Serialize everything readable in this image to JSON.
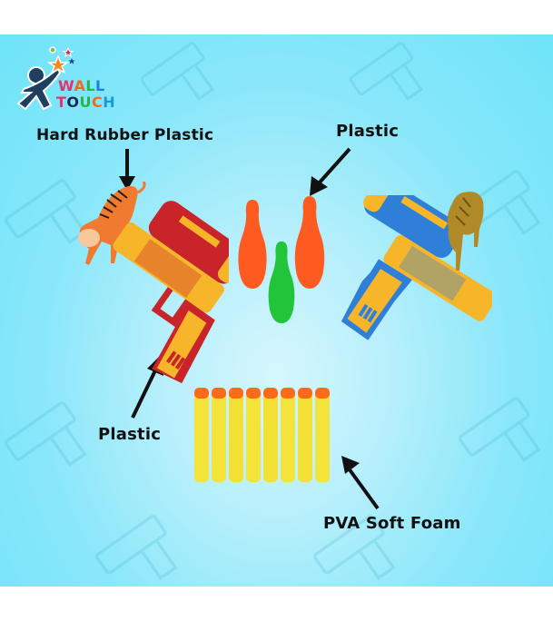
{
  "brand": {
    "name_line1": "WALL",
    "name_line2": "TOUCH",
    "letters_line1": [
      {
        "ch": "W",
        "color": "#e8306e"
      },
      {
        "ch": "A",
        "color": "#f26b1d"
      },
      {
        "ch": "L",
        "color": "#28b34b"
      },
      {
        "ch": "L",
        "color": "#1d7fd6"
      }
    ],
    "letters_line2": [
      {
        "ch": "T",
        "color": "#e8306e"
      },
      {
        "ch": "O",
        "color": "#1e2a4a"
      },
      {
        "ch": "U",
        "color": "#28b34b"
      },
      {
        "ch": "C",
        "color": "#f26b1d"
      },
      {
        "ch": "H",
        "color": "#1d9ad6"
      }
    ],
    "figure_color": "#1f3f5f",
    "star_color": "#f58a1f"
  },
  "callouts": {
    "top_left": "Hard Rubber Plastic",
    "top_right": "Plastic",
    "bottom_left": "Plastic",
    "bottom_right": "PVA Soft Foam"
  },
  "colors": {
    "band_edge": "#6ee3f9",
    "band_center": "#d6f6fd",
    "label_text": "#111111",
    "red_gun": "#c8242a",
    "blue_gun": "#2f7fd8",
    "gun_accent": "#f7b52a",
    "pin_orange": "#ff5a1f",
    "pin_green": "#22c43a",
    "dart_body": "#f4e43a",
    "dart_tip": "#ff6a1a"
  },
  "products": {
    "dart_count": 8,
    "pin_count": 3
  }
}
